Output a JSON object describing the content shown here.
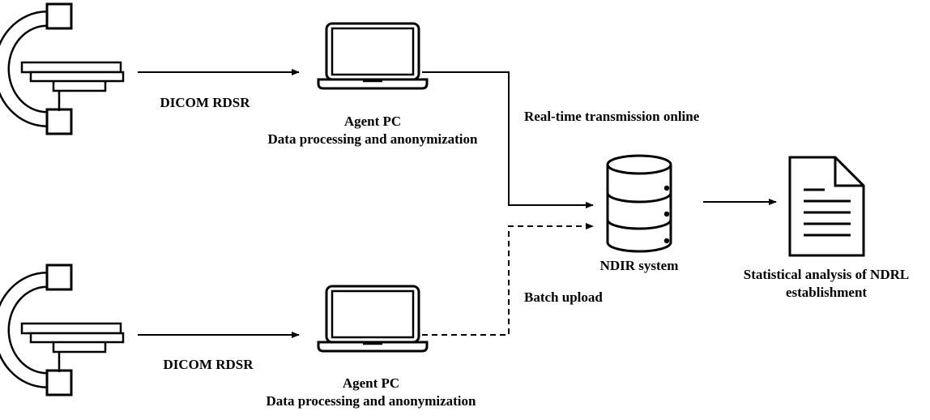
{
  "colors": {
    "stroke": "#000000",
    "background": "#ffffff"
  },
  "icons": {
    "scanner": "c-arm-xray-icon",
    "computer": "laptop-icon",
    "server": "database-icon",
    "report": "document-icon"
  },
  "labels": {
    "rdsr_top": "DICOM RDSR",
    "rdsr_bottom": "DICOM RDSR",
    "agent_top_title": "Agent PC",
    "agent_top_sub": "Data processing and anonymization",
    "agent_bottom_title": "Agent PC",
    "agent_bottom_sub": "Data processing and anonymization",
    "realtime": "Real-time transmission online",
    "batch": "Batch upload",
    "ndir": "NDIR system",
    "stat_line1": "Statistical analysis of NDRL",
    "stat_line2": "establishment"
  }
}
